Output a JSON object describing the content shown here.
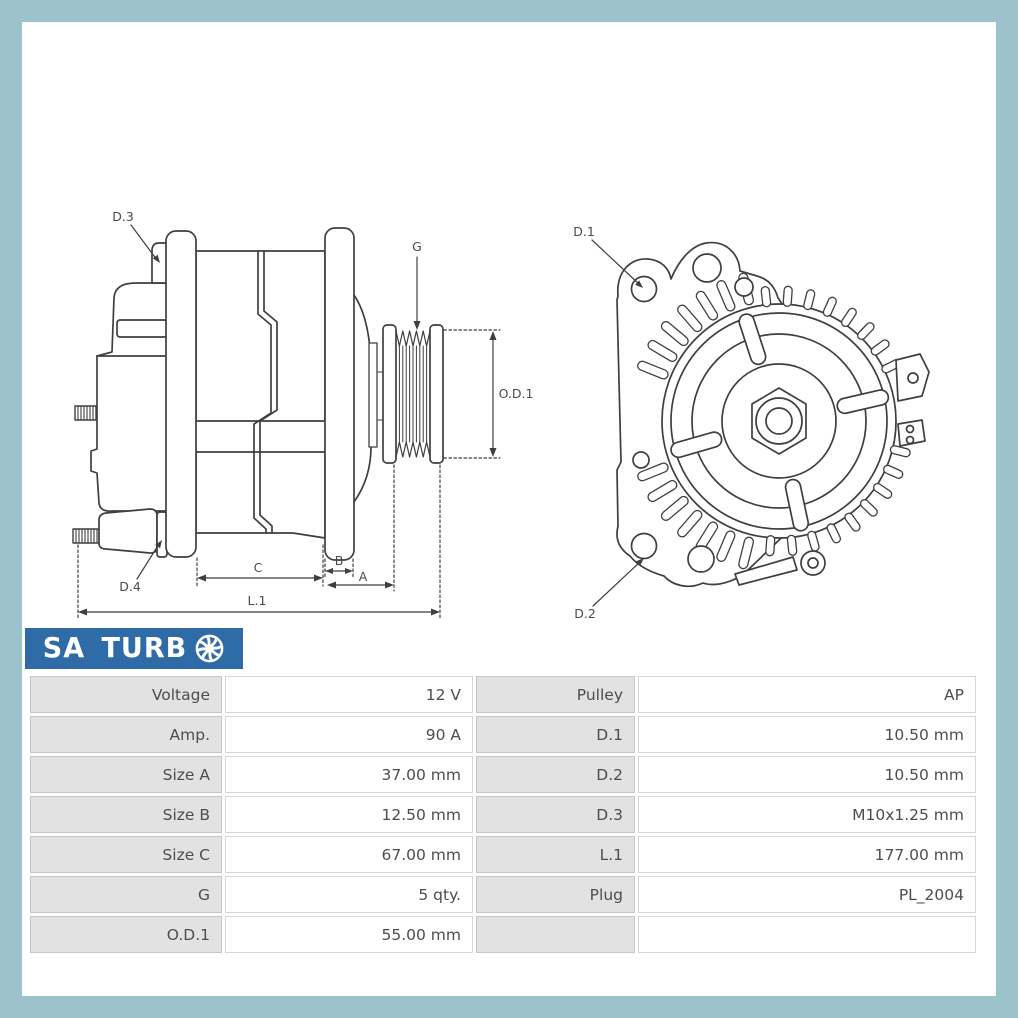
{
  "page": {
    "border_color": "#9cc3cb",
    "panel_color": "#ffffff"
  },
  "brand": {
    "text": "SA TURB",
    "icon": "turbo-impeller-icon",
    "background_color": "#2f6ba6",
    "text_color": "#ffffff"
  },
  "diagram": {
    "line_color": "#3f3f3f",
    "side_view": {
      "labels": {
        "d3": "D.3",
        "d4": "D.4",
        "g": "G",
        "od1": "O.D.1",
        "c": "C",
        "b": "B",
        "a": "A",
        "l1": "L.1"
      }
    },
    "front_view": {
      "labels": {
        "d1": "D.1",
        "d2": "D.2"
      }
    }
  },
  "spec_table": {
    "rows": [
      {
        "label": "Voltage",
        "value": "12 V",
        "label2": "Pulley",
        "value2": "AP"
      },
      {
        "label": "Amp.",
        "value": "90 A",
        "label2": "D.1",
        "value2": "10.50 mm"
      },
      {
        "label": "Size A",
        "value": "37.00 mm",
        "label2": "D.2",
        "value2": "10.50 mm"
      },
      {
        "label": "Size B",
        "value": "12.50 mm",
        "label2": "D.3",
        "value2": "M10x1.25 mm"
      },
      {
        "label": "Size C",
        "value": "67.00 mm",
        "label2": "L.1",
        "value2": "177.00 mm"
      },
      {
        "label": "G",
        "value": "5 qty.",
        "label2": "Plug",
        "value2": "PL_2004"
      },
      {
        "label": "O.D.1",
        "value": "55.00 mm",
        "label2": "",
        "value2": ""
      }
    ]
  }
}
